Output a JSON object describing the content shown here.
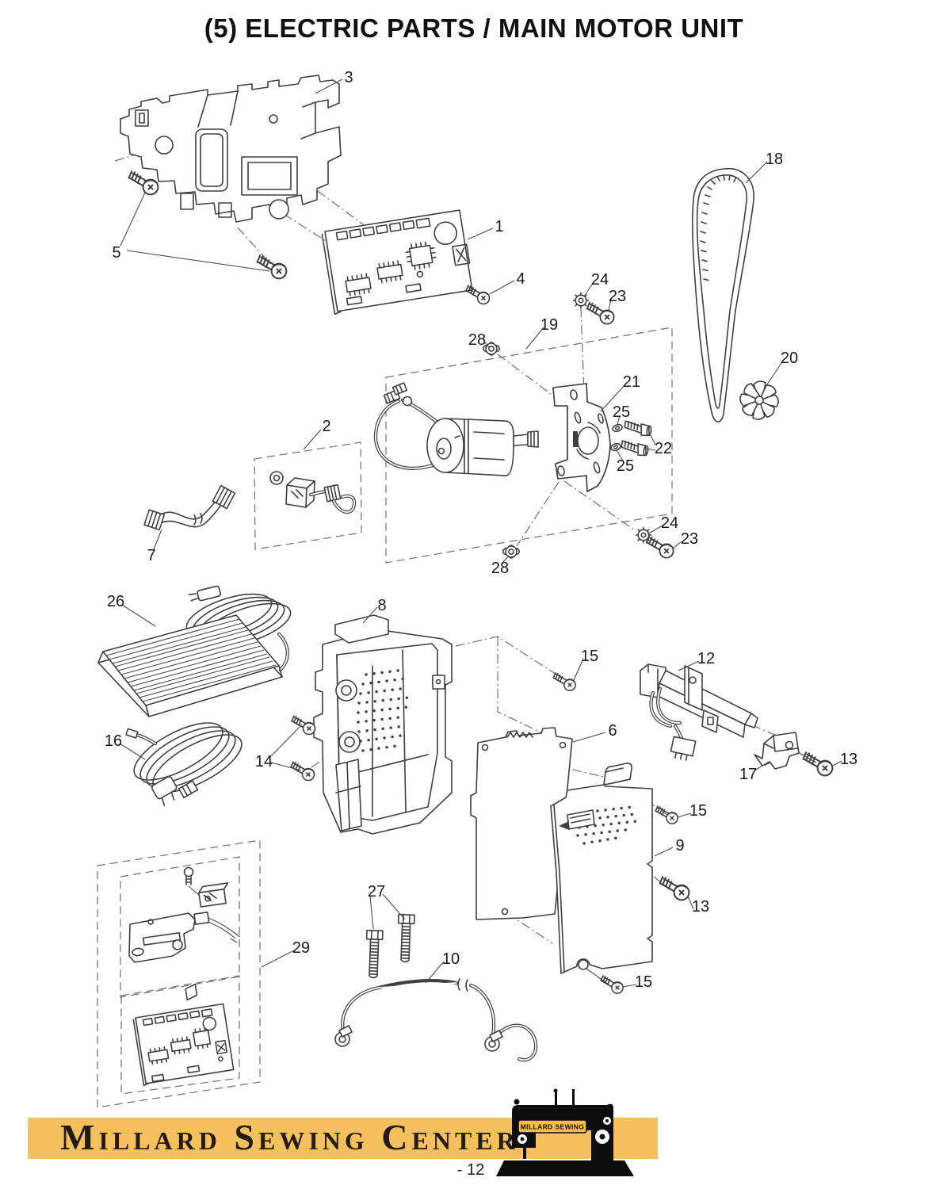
{
  "page": {
    "title": "(5) ELECTRIC PARTS / MAIN MOTOR UNIT",
    "page_number": "- 12"
  },
  "footer": {
    "banner_text": "Millard Sewing Center",
    "logo_badge_text": "MILLARD SEWING",
    "banner_color": "#F6C05F",
    "badge_color": "#F5BE3E",
    "logo_color": "#0d0d0d"
  },
  "diagram": {
    "kind": "exploded-parts-diagram",
    "line_color": "#3f3f3f",
    "callouts": {
      "1": "1",
      "2": "2",
      "3": "3",
      "4": "4",
      "5": "5",
      "6": "6",
      "7": "7",
      "8": "8",
      "9": "9",
      "10": "10",
      "12": "12",
      "13": "13",
      "14": "14",
      "15": "15",
      "16": "16",
      "17": "17",
      "18": "18",
      "19": "19",
      "20": "20",
      "21": "21",
      "22": "22",
      "23": "23",
      "24": "24",
      "25": "25",
      "26": "26",
      "27": "27",
      "28": "28",
      "29": "29"
    }
  }
}
